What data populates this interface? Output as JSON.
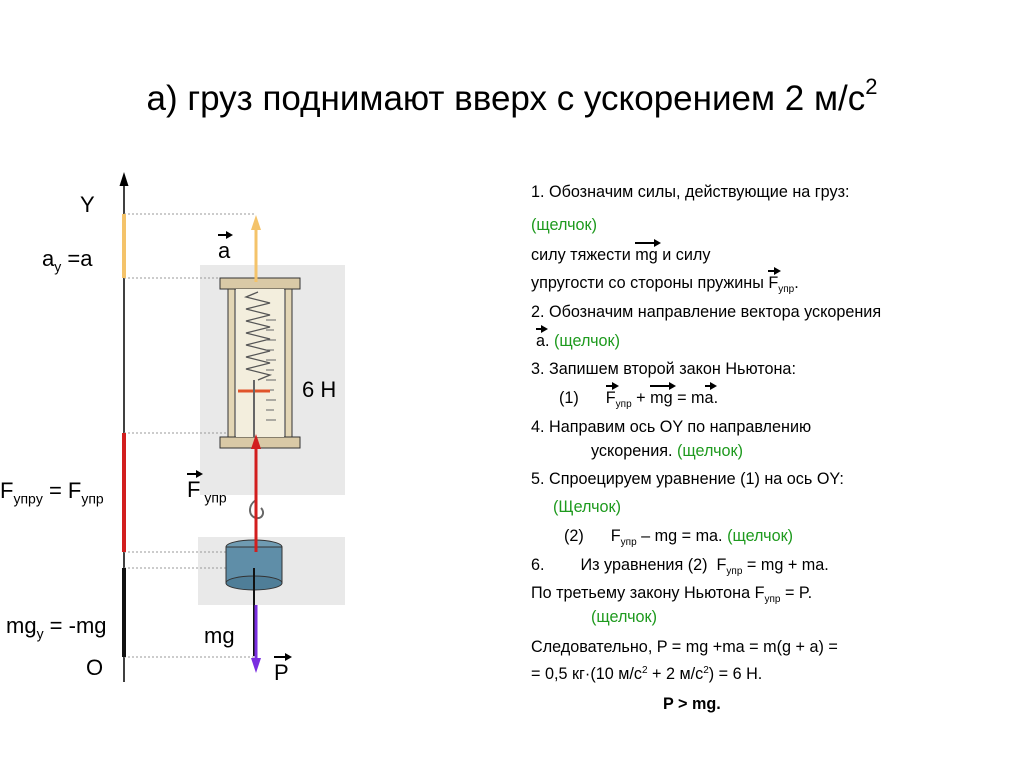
{
  "title": {
    "text": "а) груз поднимают вверх с ускорением 2 м/с",
    "sup": "2"
  },
  "diagram": {
    "axis_y": "Y",
    "origin": "O",
    "ay_main": "a",
    "ay_sub": "y",
    "ay_rest": " =a",
    "fy_left_main": "F",
    "fy_left_sub": "упрy",
    "fy_left_mid": " = F",
    "fy_left_sub2": "упр",
    "mgy_main": "mg",
    "mgy_sub": "y",
    "mgy_rest": " = -mg",
    "vec_a": "a",
    "vec_f_main": "F",
    "vec_f_sub": " упр",
    "vec_mg": "mg",
    "vec_p": "P",
    "scale_reading": "6 Н"
  },
  "solution": {
    "l1": "1. Обозначим силы, действующие на груз:",
    "l2": "(щелчок)",
    "l3a": "силу тяжести ",
    "l3b": "mg",
    "l3c": " и силу",
    "l4a": " упругости со стороны пружины ",
    "l4b": "F",
    "l4c": "упр",
    "l4d": ".",
    "l5": "2. Обозначим направление вектора ускорения",
    "l6a": "a",
    "l6b": ".",
    "l6c": " (щелчок)",
    "l7": "3. Запишем второй закон Ньютона:",
    "l8a": "(1)      ",
    "l8b": "F",
    "l8c": "упр",
    "l8d": " + ",
    "l8e": "mg",
    "l8f": " = m",
    "l8g": "a",
    "l8h": ".",
    "l9": "4. Направим ось OY по направлению",
    "l10a": "ускорения. ",
    "l10b": "(щелчок)",
    "l11": "5. Спроецируем уравнение (1) на ось OY:",
    "l12": "(Щелчок)",
    "l13a": "(2)      F",
    "l13b": "упр",
    "l13c": " – mg = ma. ",
    "l13d": "(щелчок)",
    "l14a": "6.        Из уравнения (2)  F",
    "l14b": "упр",
    "l14c": " = mg + ma.",
    "l15a": "По третьему закону Ньютона F",
    "l15b": "упр",
    "l15c": " = P.",
    "l16": "(щелчок)",
    "l17": "Следовательно,  P = mg +ma = m(g + a) =",
    "l18a": "= 0,5 кг·(10 м/с",
    "l18b": "2",
    "l18c": " + 2 м/с",
    "l18d": "2",
    "l18e": ") = 6 Н.",
    "l19": "P > mg."
  },
  "colors": {
    "acceleration": "#f4c36a",
    "elastic_force": "#d21e1e",
    "gravity": "#111111",
    "weight": "#7a2ee0",
    "click_hint": "#1e9a1e"
  }
}
